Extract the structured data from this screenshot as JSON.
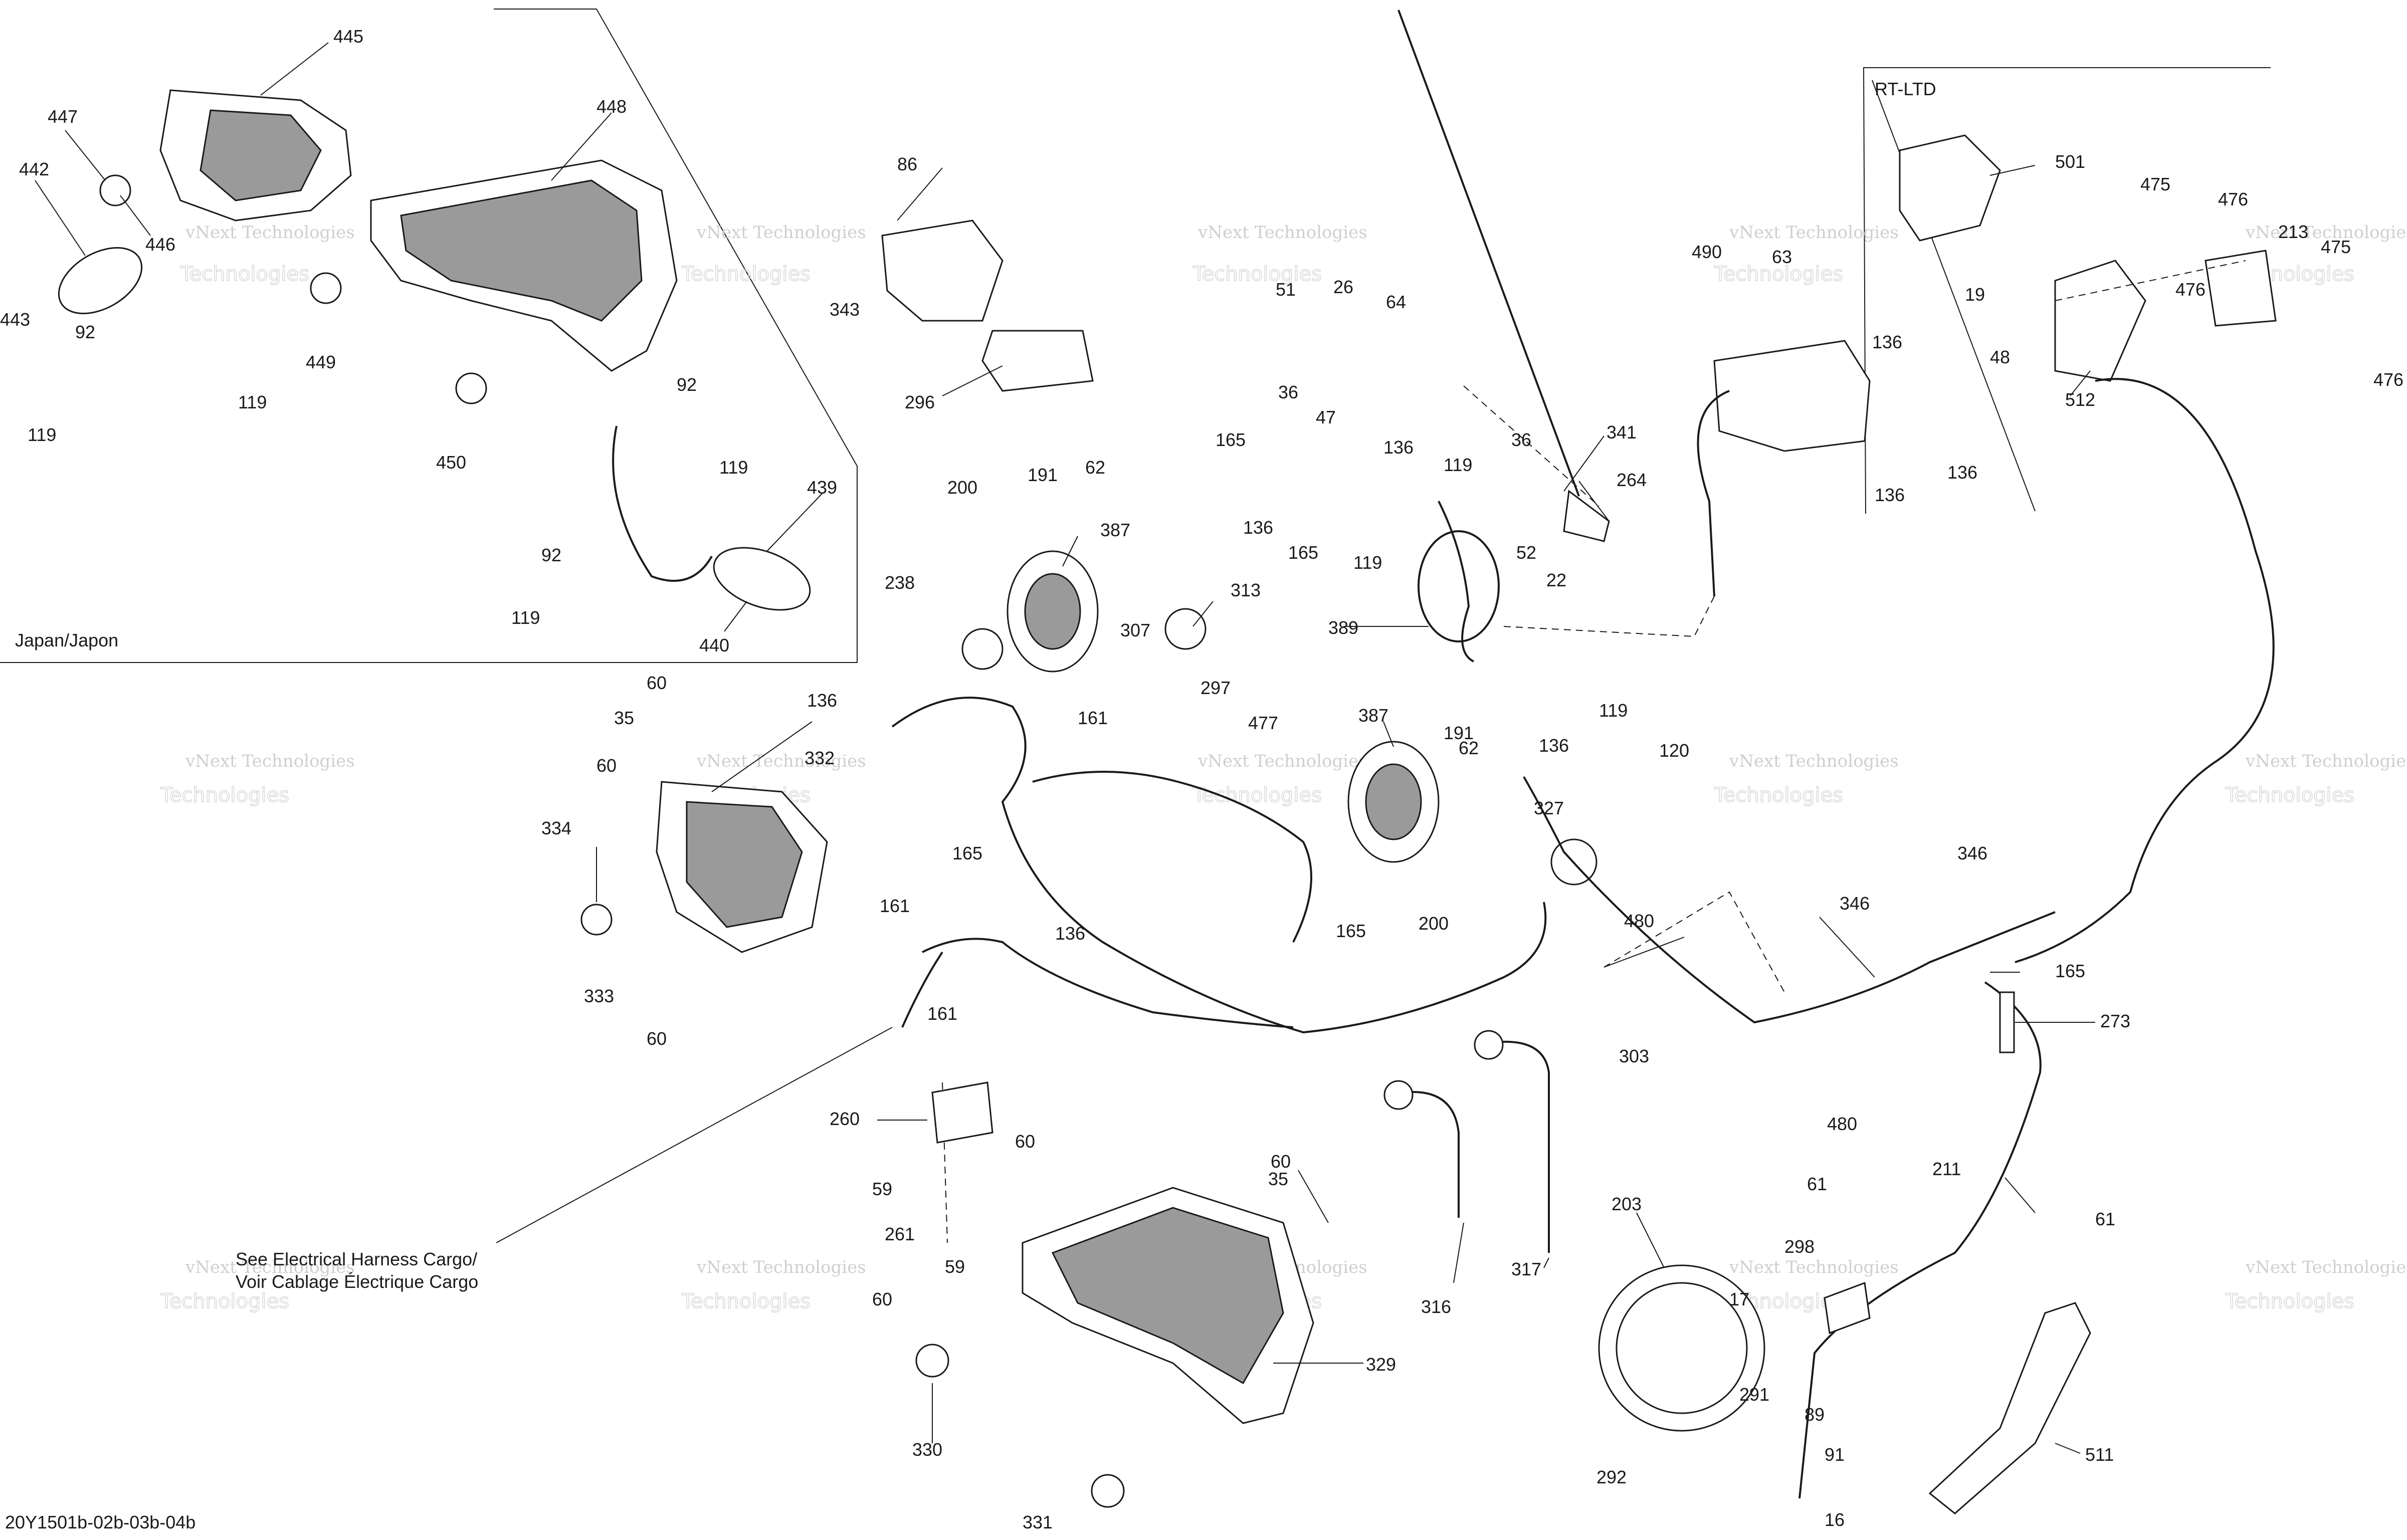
{
  "diagram": {
    "reference_code": "20Y1501b-02b-03b-04b",
    "region_labels": {
      "japan": "Japan/Japon",
      "rt_ltd": "RT-LTD"
    },
    "note": {
      "line1": "See Electrical Harness Cargo/",
      "line2": "Voir Cablage Électrique Cargo"
    },
    "watermark": {
      "line1": "vNext Technologies",
      "line2": "Technologies"
    },
    "callouts": [
      "445",
      "447",
      "442",
      "446",
      "443",
      "92",
      "119",
      "119",
      "448",
      "449",
      "450",
      "92",
      "119",
      "439",
      "92",
      "119",
      "440",
      "86",
      "343",
      "296",
      "51",
      "26",
      "64",
      "36",
      "47",
      "165",
      "136",
      "165",
      "119",
      "136",
      "119",
      "36",
      "52",
      "22",
      "341",
      "264",
      "389",
      "136",
      "119",
      "490",
      "63",
      "136",
      "136",
      "136",
      "501",
      "475",
      "476",
      "19",
      "48",
      "476",
      "213",
      "475",
      "512",
      "476",
      "200",
      "191",
      "62",
      "387",
      "238",
      "313",
      "307",
      "297",
      "477",
      "136",
      "161",
      "387",
      "191",
      "62",
      "200",
      "165",
      "60",
      "35",
      "332",
      "60",
      "334",
      "333",
      "60",
      "161",
      "161",
      "136",
      "165",
      "120",
      "327",
      "480",
      "346",
      "346",
      "165",
      "273",
      "303",
      "480",
      "260",
      "59",
      "261",
      "59",
      "60",
      "60",
      "35",
      "60",
      "329",
      "330",
      "331",
      "316",
      "317",
      "203",
      "61",
      "298",
      "17",
      "291",
      "292",
      "89",
      "91",
      "16",
      "211",
      "61",
      "511"
    ]
  }
}
